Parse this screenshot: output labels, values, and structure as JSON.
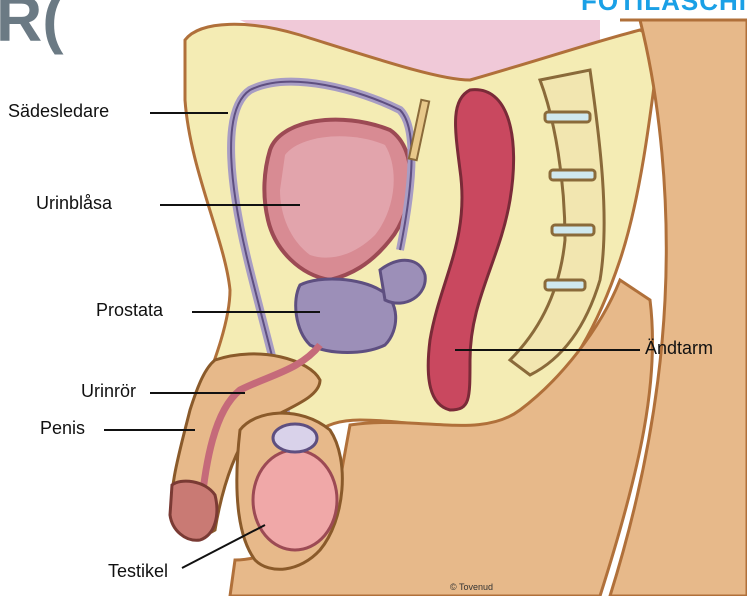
{
  "header": {
    "text": "FÖTILASCHI"
  },
  "logo": {
    "text": "R("
  },
  "labels": {
    "sadesledare": "Sädesledare",
    "urinblasa": "Urinblåsa",
    "prostata": "Prostata",
    "urinror": "Urinrör",
    "penis": "Penis",
    "testikel": "Testikel",
    "andtarm": "Ändtarm"
  },
  "credit": "© Tovenud",
  "colors": {
    "tissue": "#f4ecb4",
    "skin": "#e7b98a",
    "bladder": "#d88b93",
    "prostate": "#9c8fb8",
    "rectum": "#c9485f",
    "accent": "#1aa0e6"
  }
}
